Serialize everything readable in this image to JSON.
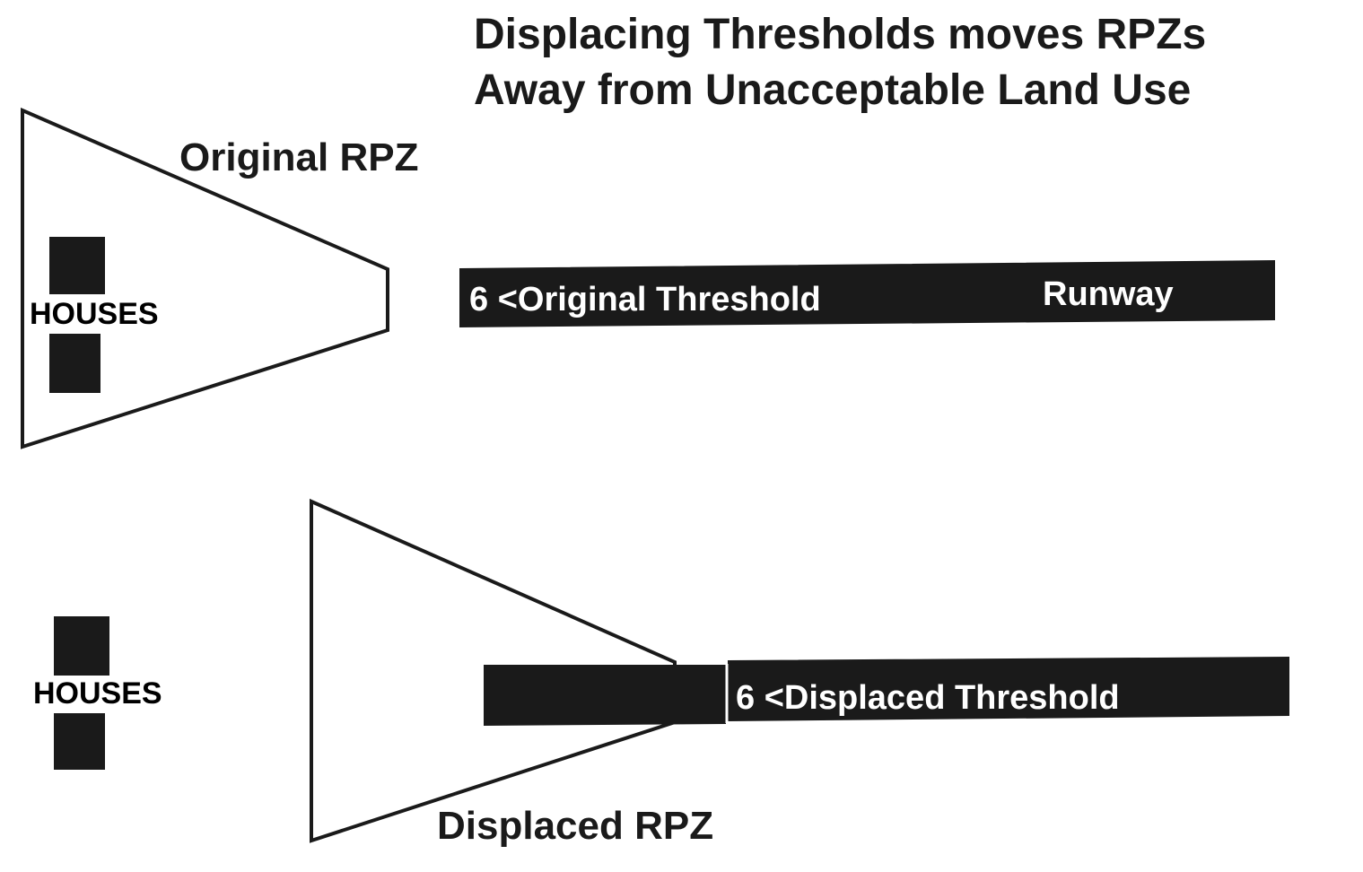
{
  "title": {
    "line1": "Displacing Thresholds moves RPZs",
    "line2": "Away from Unacceptable Land Use"
  },
  "original": {
    "rpz_label": "Original RPZ",
    "houses_label": "HOUSES",
    "threshold_label": "6 <Original Threshold",
    "runway_label": "Runway"
  },
  "displaced": {
    "rpz_label": "Displaced RPZ",
    "houses_label": "HOUSES",
    "threshold_label": "6 <Displaced Threshold"
  },
  "colors": {
    "ink": "#1a1a1a",
    "runway_text": "#ffffff",
    "background": "#ffffff"
  }
}
